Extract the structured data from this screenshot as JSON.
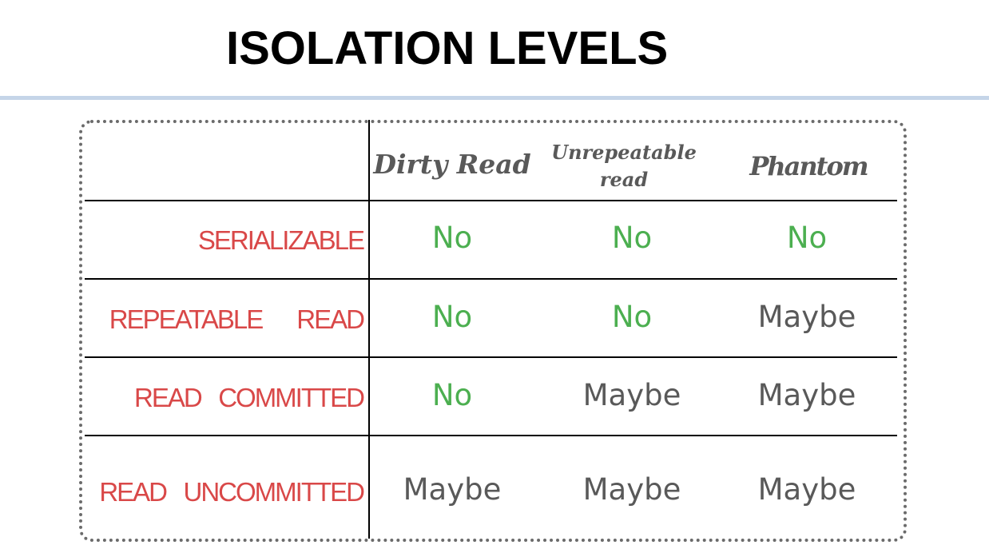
{
  "title": "ISOLATION LEVELS",
  "columns": [
    "Dirty Read",
    "Unrepeatable",
    "read",
    "Phantom"
  ],
  "rows": [
    {
      "label": "SERIALIZABLE",
      "values": [
        "No",
        "No",
        "No"
      ]
    },
    {
      "label": "REPEATABLE      READ",
      "values": [
        "No",
        "No",
        "Maybe"
      ]
    },
    {
      "label": "READ   COMMITTED",
      "values": [
        "No",
        "Maybe",
        "Maybe"
      ]
    },
    {
      "label": "READ   UNCOMMITTED",
      "values": [
        "Maybe",
        "Maybe",
        "Maybe"
      ]
    }
  ],
  "colors": {
    "no": "#4caf50",
    "maybe": "#595959",
    "row_label": "#d94848",
    "rule": "#c5d5e8",
    "border": "#6b6b6b"
  }
}
